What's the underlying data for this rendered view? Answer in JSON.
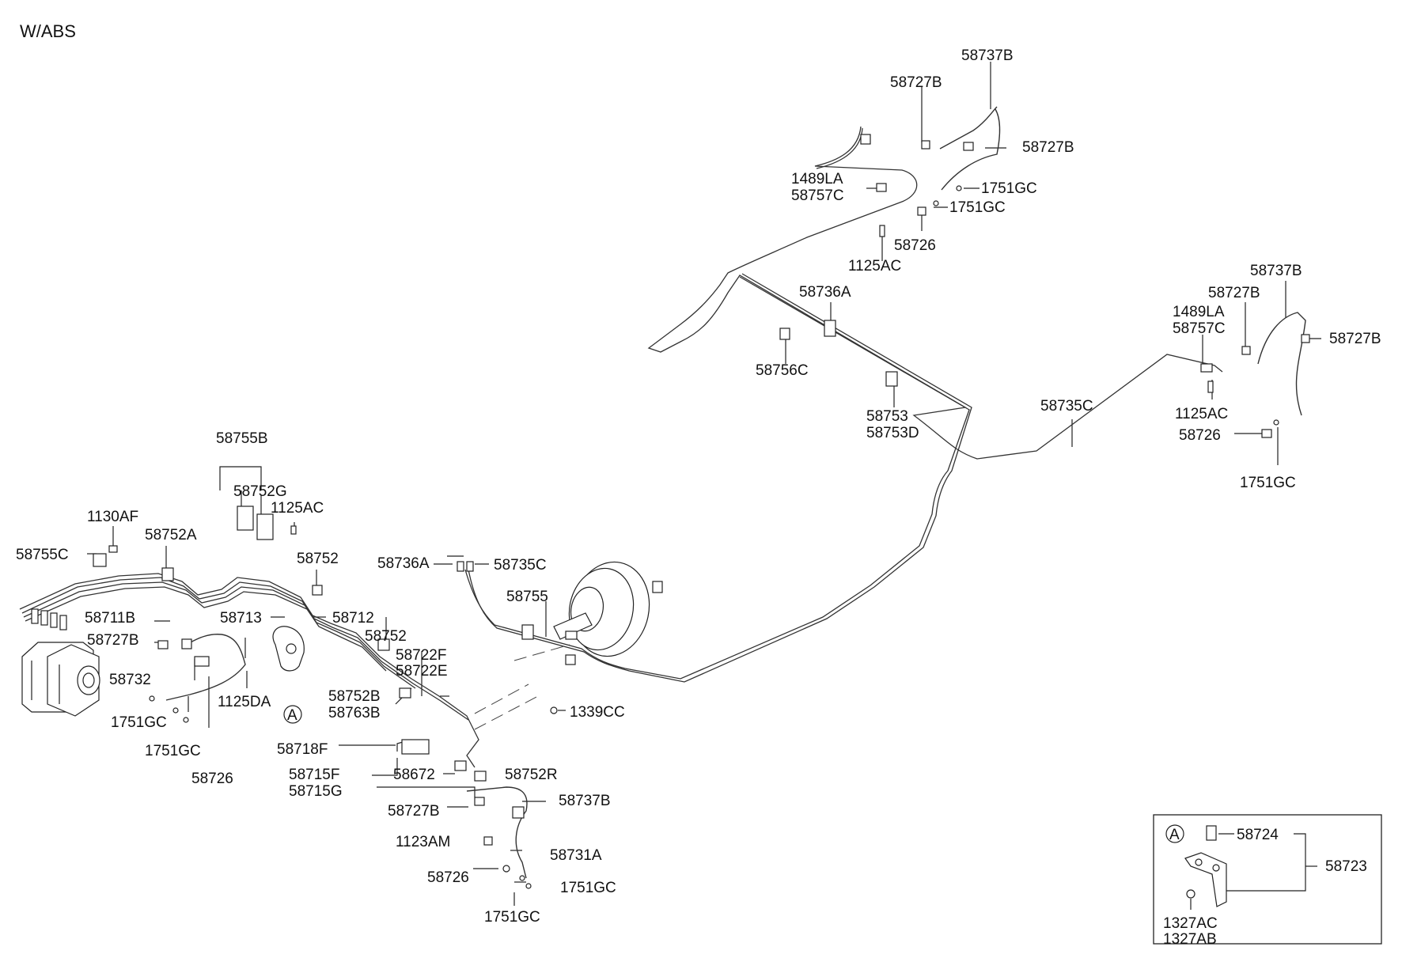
{
  "header": "W/ABS",
  "circle_marker": "A",
  "inset": {
    "marker": "A"
  },
  "labels": [
    {
      "id": "l-58737B-top",
      "text": "58737B"
    },
    {
      "id": "l-58727B-top1",
      "text": "58727B"
    },
    {
      "id": "l-58727B-top2",
      "text": "58727B"
    },
    {
      "id": "l-1489LA-top",
      "text": "1489LA"
    },
    {
      "id": "l-58757C-top",
      "text": "58757C"
    },
    {
      "id": "l-1751GC-top1",
      "text": "1751GC"
    },
    {
      "id": "l-1751GC-top2",
      "text": "1751GC"
    },
    {
      "id": "l-58726-top",
      "text": "58726"
    },
    {
      "id": "l-1125AC-top",
      "text": "1125AC"
    },
    {
      "id": "l-58736A-mid",
      "text": "58736A"
    },
    {
      "id": "l-58756C",
      "text": "58756C"
    },
    {
      "id": "l-58753",
      "text": "58753"
    },
    {
      "id": "l-58753D",
      "text": "58753D"
    },
    {
      "id": "l-58735C-mid",
      "text": "58735C"
    },
    {
      "id": "l-58737B-right",
      "text": "58737B"
    },
    {
      "id": "l-58727B-right1",
      "text": "58727B"
    },
    {
      "id": "l-1489LA-right",
      "text": "1489LA"
    },
    {
      "id": "l-58757C-right",
      "text": "58757C"
    },
    {
      "id": "l-58727B-right2",
      "text": "58727B"
    },
    {
      "id": "l-1125AC-right",
      "text": "1125AC"
    },
    {
      "id": "l-58726-right",
      "text": "58726"
    },
    {
      "id": "l-1751GC-right",
      "text": "1751GC"
    },
    {
      "id": "l-58755B",
      "text": "58755B"
    },
    {
      "id": "l-58752G",
      "text": "58752G"
    },
    {
      "id": "l-1125AC-left",
      "text": "1125AC"
    },
    {
      "id": "l-1130AF",
      "text": "1130AF"
    },
    {
      "id": "l-58752A",
      "text": "58752A"
    },
    {
      "id": "l-58755C",
      "text": "58755C"
    },
    {
      "id": "l-58752-a",
      "text": "58752"
    },
    {
      "id": "l-58711B",
      "text": "58711B"
    },
    {
      "id": "l-58713",
      "text": "58713"
    },
    {
      "id": "l-58712",
      "text": "58712"
    },
    {
      "id": "l-58727B-left",
      "text": "58727B"
    },
    {
      "id": "l-58752-b",
      "text": "58752"
    },
    {
      "id": "l-58722F",
      "text": "58722F"
    },
    {
      "id": "l-58722E",
      "text": "58722E"
    },
    {
      "id": "l-58732",
      "text": "58732"
    },
    {
      "id": "l-1125DA",
      "text": "1125DA"
    },
    {
      "id": "l-58752B",
      "text": "58752B"
    },
    {
      "id": "l-58763B",
      "text": "58763B"
    },
    {
      "id": "l-1751GC-left1",
      "text": "1751GC"
    },
    {
      "id": "l-1751GC-left2",
      "text": "1751GC"
    },
    {
      "id": "l-58726-left",
      "text": "58726"
    },
    {
      "id": "l-58718F",
      "text": "58718F"
    },
    {
      "id": "l-58715F",
      "text": "58715F"
    },
    {
      "id": "l-58715G",
      "text": "58715G"
    },
    {
      "id": "l-58672",
      "text": "58672"
    },
    {
      "id": "l-58752R",
      "text": "58752R"
    },
    {
      "id": "l-58727B-bot",
      "text": "58727B"
    },
    {
      "id": "l-58737B-bot",
      "text": "58737B"
    },
    {
      "id": "l-1123AM",
      "text": "1123AM"
    },
    {
      "id": "l-58731A",
      "text": "58731A"
    },
    {
      "id": "l-58726-bot",
      "text": "58726"
    },
    {
      "id": "l-1751GC-bot1",
      "text": "1751GC"
    },
    {
      "id": "l-1751GC-bot2",
      "text": "1751GC"
    },
    {
      "id": "l-58736A-left",
      "text": "58736A"
    },
    {
      "id": "l-58735C-left",
      "text": "58735C"
    },
    {
      "id": "l-58755",
      "text": "58755"
    },
    {
      "id": "l-1339CC",
      "text": "1339CC"
    },
    {
      "id": "l-58724",
      "text": "58724"
    },
    {
      "id": "l-58723",
      "text": "58723"
    },
    {
      "id": "l-1327AC",
      "text": "1327AC"
    },
    {
      "id": "l-1327AB",
      "text": "1327AB"
    }
  ]
}
